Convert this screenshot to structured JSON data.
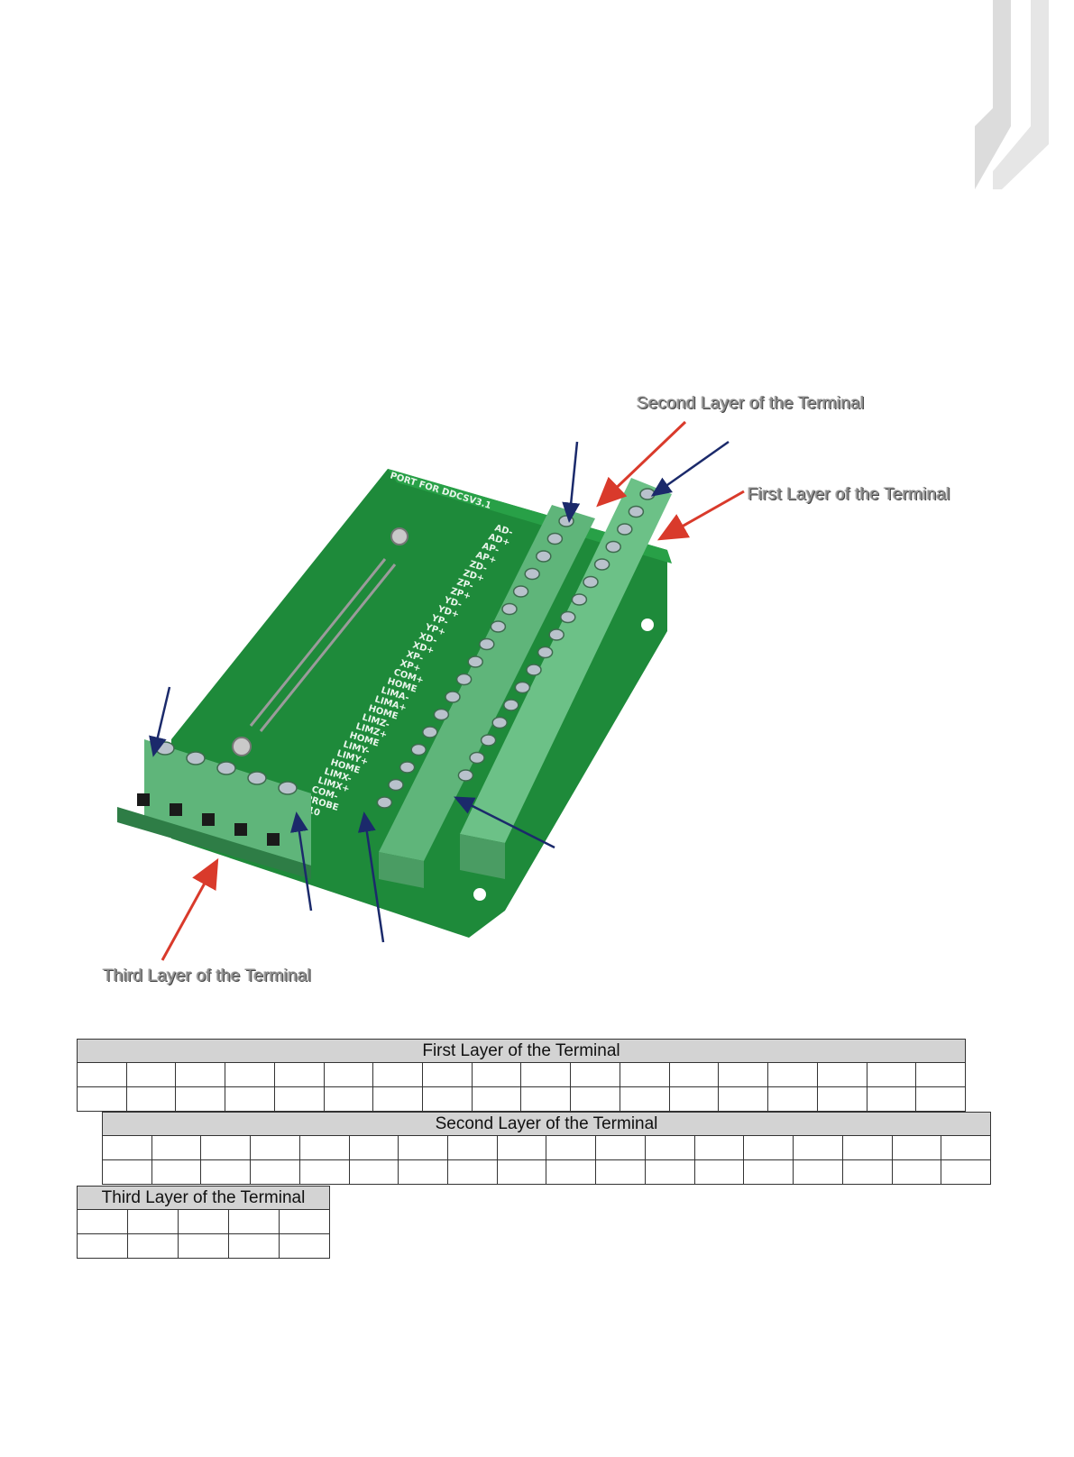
{
  "callouts": {
    "second_layer": "Second Layer of the Terminal",
    "first_layer": "First Layer of the Terminal",
    "third_layer": "Third Layer of the Terminal"
  },
  "pcb": {
    "header_text": "PORT FOR DDCSV3.1",
    "pin_labels": [
      "AD-",
      "AD+",
      "AP-",
      "AP+",
      "ZD-",
      "ZD+",
      "ZP-",
      "ZP+",
      "YD-",
      "YD+",
      "YP-",
      "YP+",
      "XD-",
      "XD+",
      "XP-",
      "XP+",
      "COM+",
      "HOME",
      "LIMA-",
      "LIMA+",
      "HOME",
      "LIMZ-",
      "LIMZ+",
      "HOME",
      "LIMY-",
      "LIMY+",
      "HOME",
      "LIMX-",
      "LIMX+",
      "COM-",
      "PROBE",
      "M10"
    ]
  },
  "tables": {
    "first": {
      "title": "First Layer of the Terminal",
      "columns": 18,
      "rows": 2
    },
    "second": {
      "title": "Second Layer of the Terminal",
      "columns": 18,
      "rows": 2
    },
    "third": {
      "title": "Third Layer of the Terminal",
      "columns": 5,
      "rows": 2
    }
  },
  "colors": {
    "pcb_green": "#1e8a3a",
    "terminal_green": "#5fb57a",
    "arrow_red": "#d93a2b",
    "arrow_navy": "#1b2a6b",
    "table_header": "#d3d3d3"
  }
}
